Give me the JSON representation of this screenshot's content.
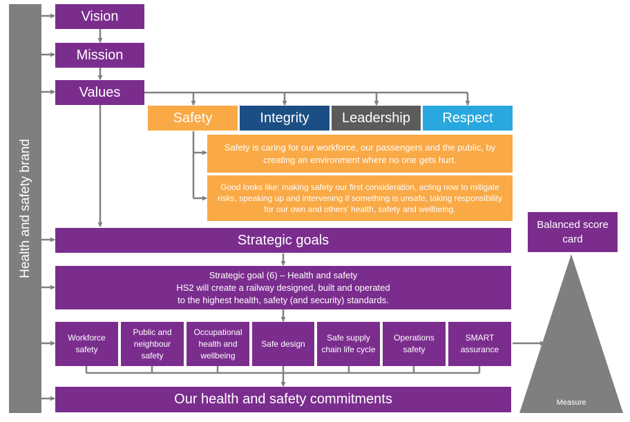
{
  "brand_label": "Health and safety brand",
  "vision": "Vision",
  "mission": "Mission",
  "values_label": "Values",
  "values": [
    "Safety",
    "Integrity",
    "Leadership",
    "Respect"
  ],
  "safety_definition": "Safety is caring for our workforce, our passengers and the public, by creating an environment where no one gets hurt.",
  "good_looks_like": "Good looks like: making safety our first consideration, acting now to mitigate risks, speaking up and intervening if something is unsafe, taking responsibility for our own and others' health, safety and wellbeing.",
  "strategic_goals": "Strategic goals",
  "strategic_goal_6": {
    "line1": "Strategic goal (6) – Health and safety",
    "line2": "HS2 will create a railway designed, built and operated",
    "line3": "to the highest health, safety (and security) standards."
  },
  "components": [
    "Workforce safety",
    "Public and neighbour safety",
    "Occupational health and wellbeing",
    "Safe design",
    "Safe supply chain life cycle",
    "Operations safety",
    "SMART assurance"
  ],
  "commitments": "Our health and safety commitments",
  "balanced_score_card": "Balanced score card",
  "measure": "Measure",
  "colors": {
    "purple": "#7b2d8e",
    "brand_gray": "#7f7f7f",
    "safety_orange": "#f9a946",
    "integrity_navy": "#1a4e84",
    "leadership_gray": "#5b5b5b",
    "respect_blue": "#29a8df",
    "connector": "#808080"
  }
}
